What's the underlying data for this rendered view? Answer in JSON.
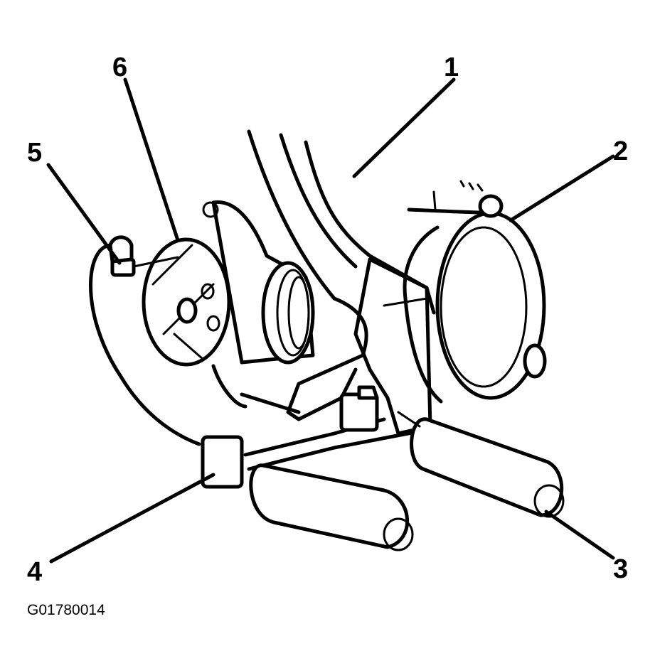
{
  "callouts": {
    "c1": "1",
    "c2": "2",
    "c3": "3",
    "c4": "4",
    "c5": "5",
    "c6": "6"
  },
  "figure_id": "G01780014"
}
